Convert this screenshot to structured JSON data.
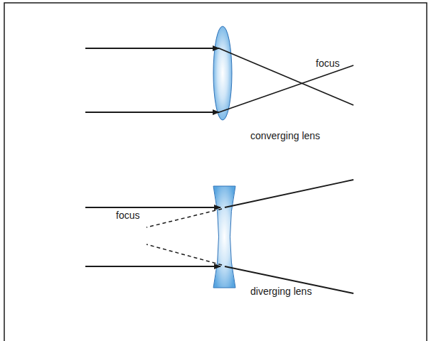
{
  "diagram": {
    "labels": [
      "focus",
      "converging lens",
      "focus",
      "diverging lens"
    ]
  }
}
